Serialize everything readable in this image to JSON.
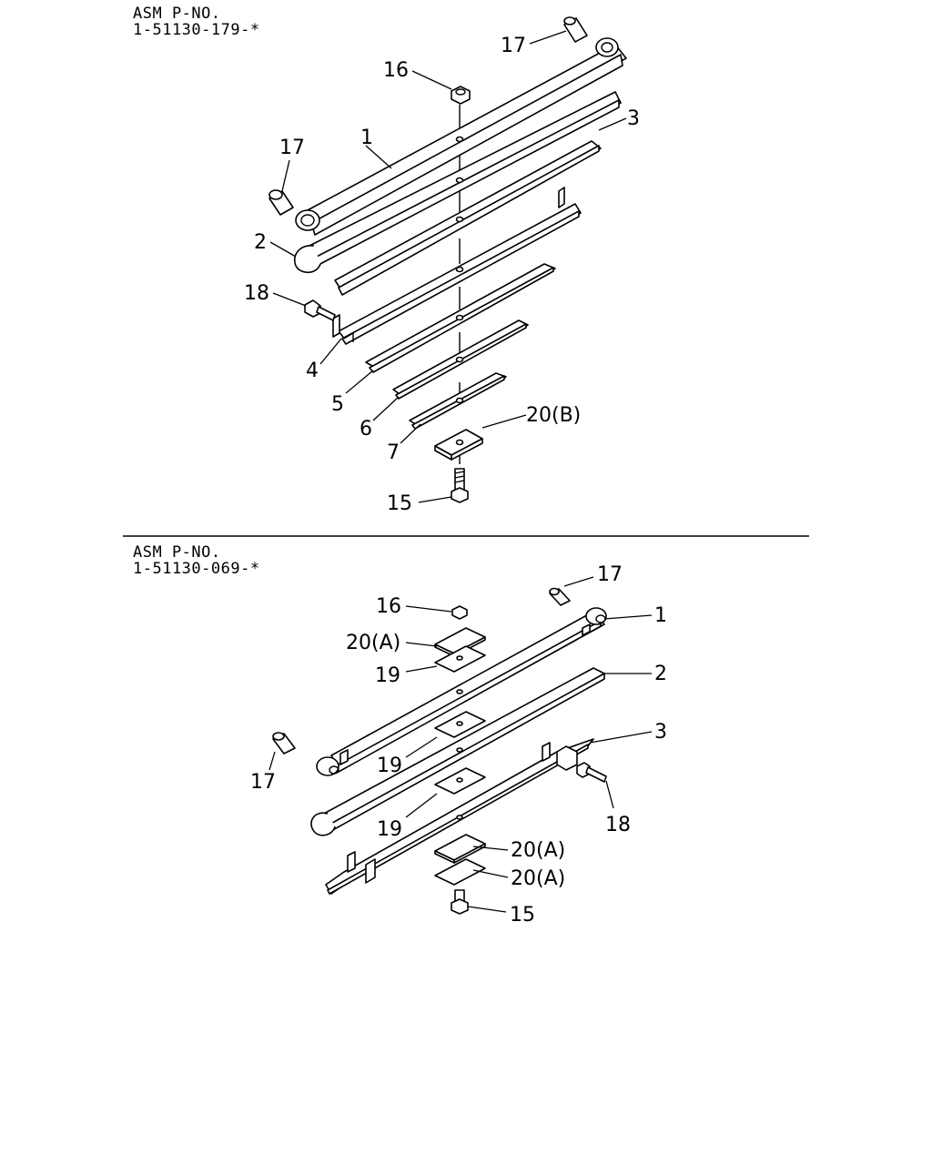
{
  "assemblies": [
    {
      "label": "ASM P-NO.",
      "part_no": "1-51130-179-*",
      "callouts": [
        "17",
        "16",
        "1",
        "3",
        "17",
        "2",
        "18",
        "4",
        "5",
        "6",
        "7",
        "20(B)",
        "15"
      ]
    },
    {
      "label": "ASM P-NO.",
      "part_no": "1-51130-069-*",
      "callouts": [
        "17",
        "16",
        "1",
        "20(A)",
        "19",
        "2",
        "3",
        "19",
        "17",
        "18",
        "19",
        "20(A)",
        "20(A)",
        "15"
      ]
    }
  ]
}
